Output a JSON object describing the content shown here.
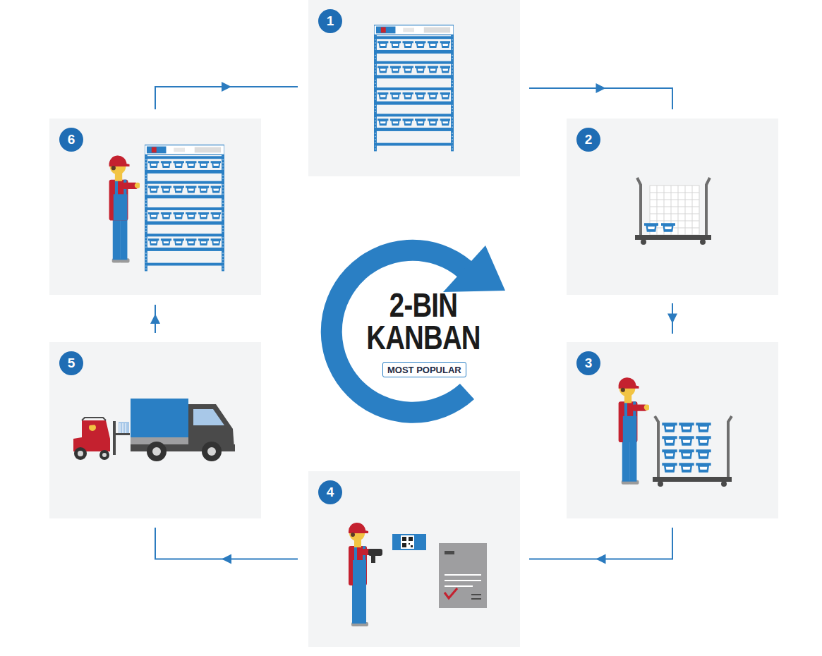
{
  "diagram": {
    "title": "2-BIN KANBAN",
    "nodes": [
      {
        "text": [
          "1"
        ]
      },
      {
        "text": [
          "2"
        ]
      },
      {
        "text": [
          "3"
        ]
      },
      {
        "text": [
          "4"
        ]
      },
      {
        "text": [
          "5"
        ]
      },
      {
        "text": [
          "6"
        ]
      },
      {
        "text": [
          "MOST POPULAR"
        ]
      }
    ],
    "edges": [
      {
        "from": 0,
        "to": 1,
        "arrow": "to"
      },
      {
        "from": 1,
        "to": 2,
        "arrow": "to"
      },
      {
        "from": 2,
        "to": 3,
        "arrow": "to"
      },
      {
        "from": 3,
        "to": 4,
        "arrow": "to"
      },
      {
        "from": 4,
        "to": 5,
        "arrow": "to"
      },
      {
        "from": 5,
        "to": 0,
        "arrow": "to"
      }
    ]
  }
}
